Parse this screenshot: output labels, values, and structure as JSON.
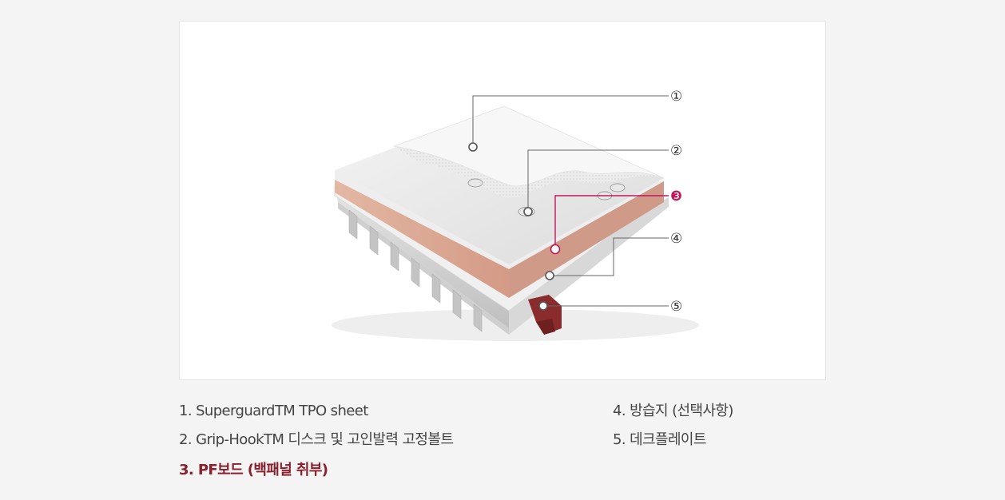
{
  "diagram": {
    "callouts": [
      "①",
      "②",
      "❸",
      "④",
      "⑤"
    ],
    "accent_color": "#c2185b",
    "highlight_color": "#8b1f2c"
  },
  "legend": {
    "items": [
      {
        "text": "1. SuperguardTM TPO sheet",
        "highlight": false
      },
      {
        "text": "2. Grip-HookTM 디스크 및 고인발력 고정볼트",
        "highlight": false
      },
      {
        "text": "3. PF보드 (백패널 취부)",
        "highlight": true
      },
      {
        "text": "4. 방습지 (선택사항)",
        "highlight": false
      },
      {
        "text": "5. 데크플레이트",
        "highlight": false
      }
    ]
  }
}
